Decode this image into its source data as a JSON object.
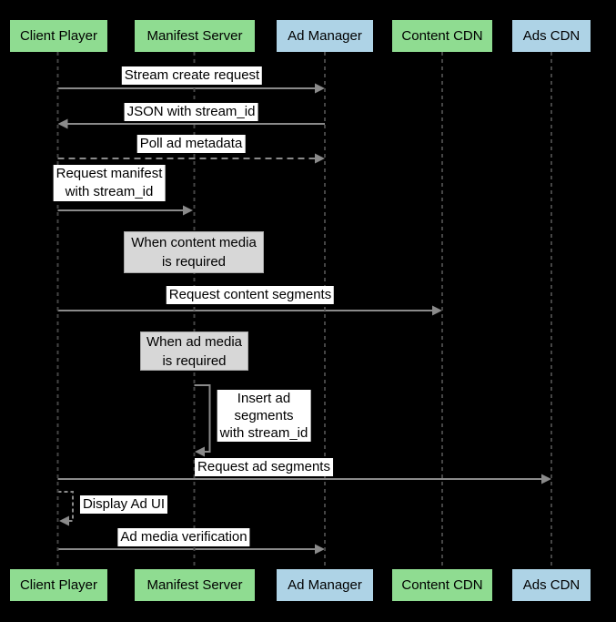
{
  "colors": {
    "background": "#000000",
    "actor_green": "#8fdc91",
    "actor_blue": "#aed3e6",
    "note_gray": "#d7d7d7",
    "note_border": "#a8a8a8",
    "arrow_gray": "#8a8a8a",
    "lifeline_gray": "#454545",
    "label_bg": "#ffffff",
    "text_black": "#000000"
  },
  "actors": [
    {
      "id": "client-player",
      "label": "Client Player",
      "color": "green"
    },
    {
      "id": "manifest-server",
      "label": "Manifest Server",
      "color": "green"
    },
    {
      "id": "ad-manager",
      "label": "Ad Manager",
      "color": "blue"
    },
    {
      "id": "content-cdn",
      "label": "Content CDN",
      "color": "green"
    },
    {
      "id": "ads-cdn",
      "label": "Ads CDN",
      "color": "blue"
    }
  ],
  "messages": [
    {
      "label": "Stream create request",
      "from": "Client Player",
      "to": "Ad Manager",
      "line": "solid"
    },
    {
      "label": "JSON with stream_id",
      "from": "Ad Manager",
      "to": "Client Player",
      "line": "solid"
    },
    {
      "label": "Poll ad metadata",
      "from": "Client Player",
      "to": "Ad Manager",
      "line": "dashed"
    },
    {
      "label": "Request manifest with stream_id",
      "label_lines": [
        "Request manifest",
        "with stream_id"
      ],
      "from": "Client Player",
      "to": "Manifest Server",
      "line": "solid"
    },
    {
      "label": "Request content segments",
      "from": "Client Player",
      "to": "Content CDN",
      "line": "solid"
    },
    {
      "label": "Insert ad segments with stream_id",
      "label_lines": [
        "Insert ad",
        "segments",
        "with stream_id"
      ],
      "from": "Manifest Server",
      "to": "Manifest Server",
      "line": "solid",
      "self_loop": true
    },
    {
      "label": "Request ad segments",
      "from": "Client Player",
      "to": "Ads CDN",
      "line": "solid"
    },
    {
      "label": "Display Ad UI",
      "from": "Client Player",
      "to": "Client Player",
      "line": "dashed",
      "self_loop": true
    },
    {
      "label": "Ad media verification",
      "from": "Client Player",
      "to": "Ad Manager",
      "line": "solid"
    }
  ],
  "notes": [
    {
      "label": "When content media is required",
      "label_lines": [
        "When content media",
        "is required"
      ],
      "anchor": "Manifest Server"
    },
    {
      "label": "When ad media is required",
      "label_lines": [
        "When ad media",
        "is required"
      ],
      "anchor": "Manifest Server"
    }
  ]
}
